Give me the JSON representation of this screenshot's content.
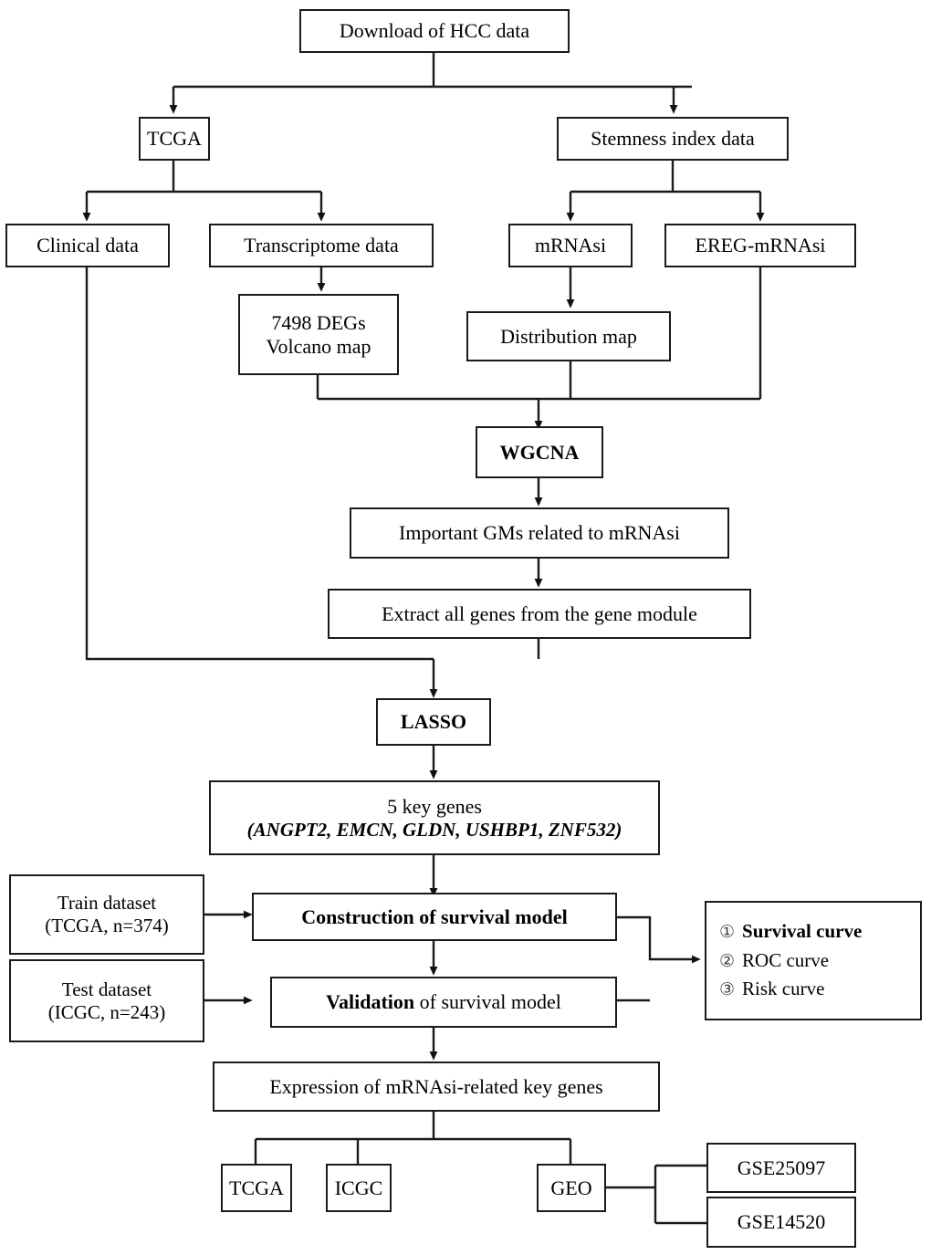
{
  "diagram": {
    "title": "HCC mRNAsi study workflow flowchart",
    "nodes": {
      "download": {
        "label": "Download of HCC data"
      },
      "tcga_top": {
        "label": "TCGA"
      },
      "stemness": {
        "label": "Stemness index data"
      },
      "clinical": {
        "label": "Clinical data"
      },
      "transcriptome": {
        "label": "Transcriptome data"
      },
      "mrnasi": {
        "label": "mRNAsi"
      },
      "ereg_mrnasi": {
        "label": "EREG-mRNAsi"
      },
      "degs": {
        "line1": "7498 DEGs",
        "line2": "Volcano map"
      },
      "distribution": {
        "label": "Distribution map"
      },
      "wgcna": {
        "label": "WGCNA"
      },
      "important_gms": {
        "label": "Important GMs related to mRNAsi"
      },
      "extract_genes": {
        "label": "Extract all genes from the gene module"
      },
      "lasso": {
        "label": "LASSO"
      },
      "key_genes": {
        "line1": "5 key genes",
        "line2": "(ANGPT2, EMCN, GLDN, USHBP1, ZNF532)"
      },
      "train_dataset": {
        "line1": "Train dataset",
        "line2": "(TCGA, n=374)"
      },
      "test_dataset": {
        "line1": "Test dataset",
        "line2": "(ICGC, n=243)"
      },
      "construction": {
        "bold_part": "Construction of survival model",
        "rest": ""
      },
      "validation": {
        "bold_part": "Validation",
        "rest": " of survival model"
      },
      "curves": {
        "items": [
          {
            "marker": "①",
            "label": "Survival curve",
            "bold": true
          },
          {
            "marker": "②",
            "label": "ROC curve",
            "bold": false
          },
          {
            "marker": "③",
            "label": "Risk curve",
            "bold": false
          }
        ]
      },
      "expression": {
        "label": "Expression of mRNAsi-related key genes"
      },
      "tcga_bottom": {
        "label": "TCGA"
      },
      "icgc_bottom": {
        "label": "ICGC"
      },
      "geo_bottom": {
        "label": "GEO"
      },
      "gse25097": {
        "label": "GSE25097"
      },
      "gse14520": {
        "label": "GSE14520"
      }
    },
    "colors": {
      "stroke": "#1a1a1a",
      "background": "#ffffff",
      "text": "#000000"
    }
  }
}
